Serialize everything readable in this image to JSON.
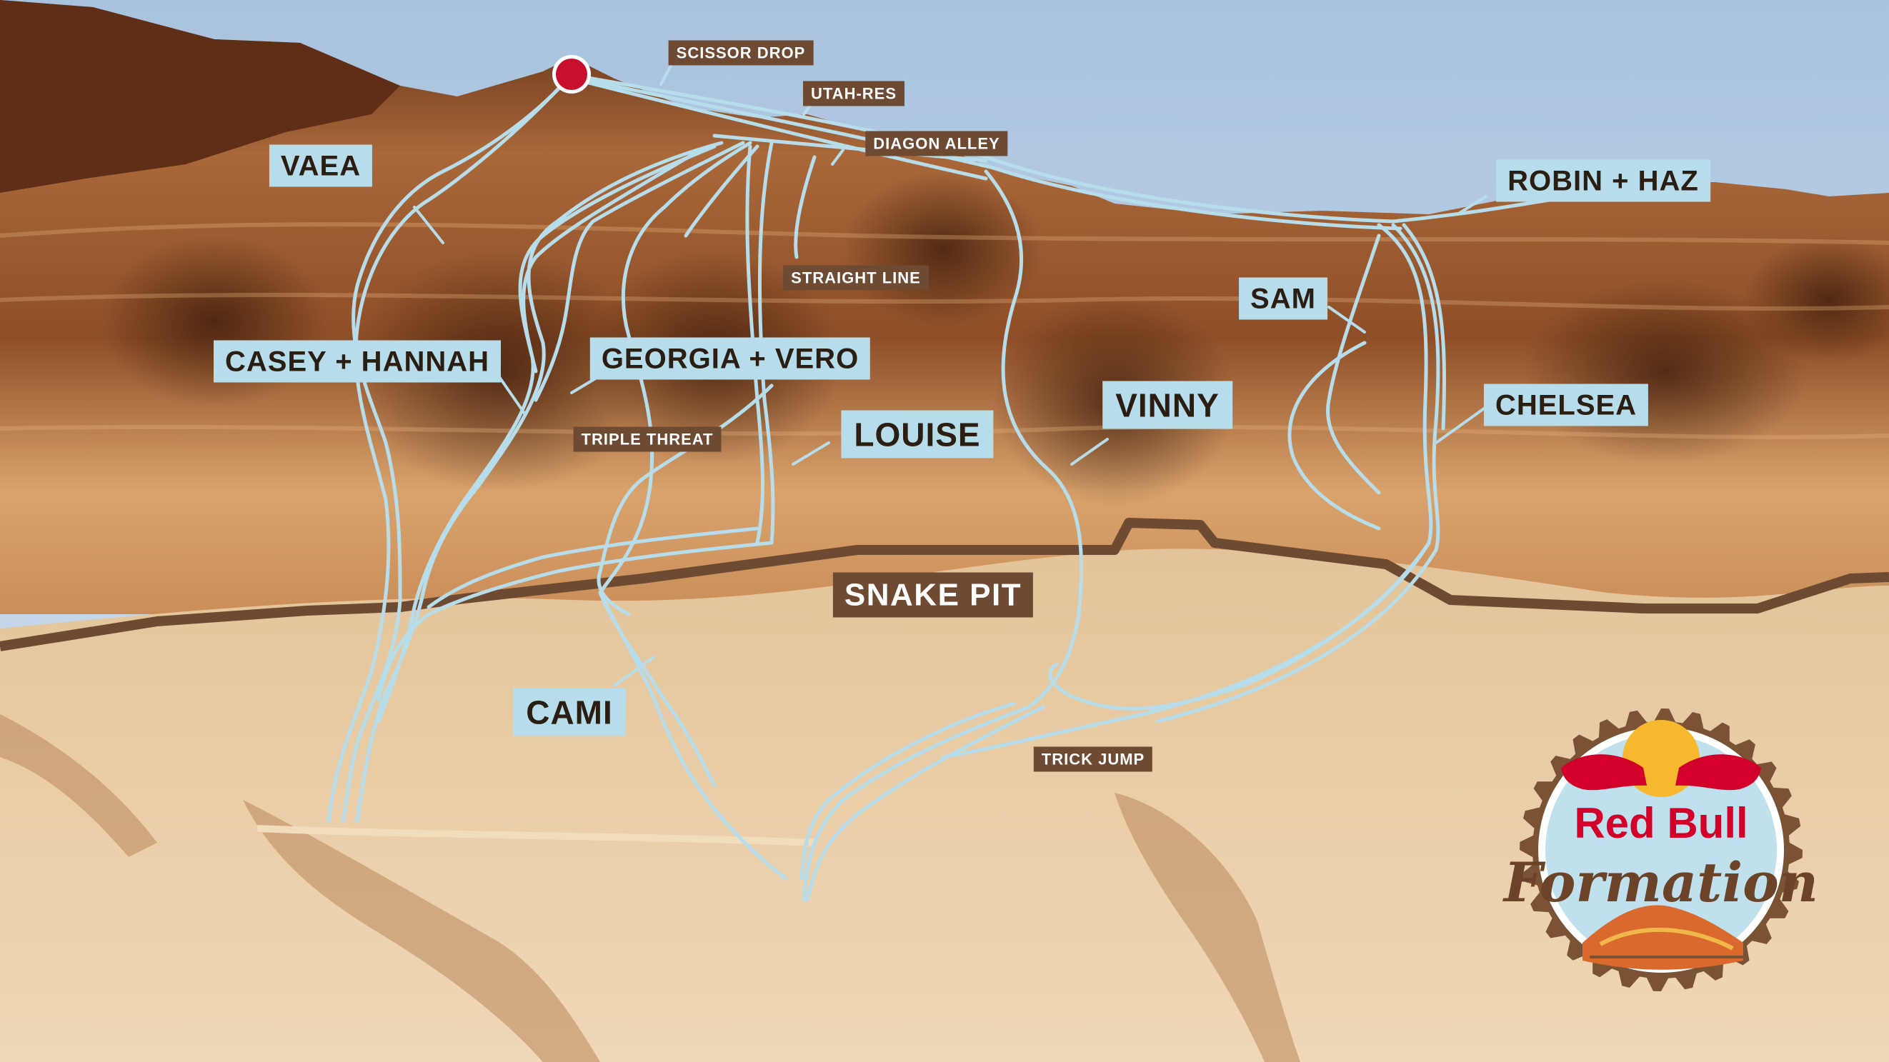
{
  "map": {
    "colors": {
      "sky_top": "#a9c3de",
      "sky_bottom": "#d8e4ee",
      "cliff_dark": "#6b3a1d",
      "cliff_mid": "#a8683a",
      "cliff_light": "#d9a36d",
      "desert": "#e3c49a",
      "desert_light": "#efd8b6",
      "line_color": "#b7dcea",
      "boundary_color": "#6e4a32",
      "start_marker": "#c8102e"
    },
    "start_marker": {
      "icon": "start-point-marker"
    },
    "rider_labels": [
      {
        "id": "vaea",
        "text": "VAEA"
      },
      {
        "id": "casey-hannah",
        "text": "CASEY + HANNAH"
      },
      {
        "id": "georgia-vero",
        "text": "GEORGIA + VERO"
      },
      {
        "id": "louise",
        "text": "LOUISE"
      },
      {
        "id": "vinny",
        "text": "VINNY"
      },
      {
        "id": "sam",
        "text": "SAM"
      },
      {
        "id": "robin-haz",
        "text": "ROBIN + HAZ"
      },
      {
        "id": "chelsea",
        "text": "CHELSEA"
      },
      {
        "id": "cami",
        "text": "CAMI"
      }
    ],
    "feature_labels": [
      {
        "id": "scissor-drop",
        "text": "SCISSOR DROP"
      },
      {
        "id": "utah-res",
        "text": "UTAH-RES"
      },
      {
        "id": "diagon-alley",
        "text": "DIAGON ALLEY"
      },
      {
        "id": "straight-line",
        "text": "STRAIGHT LINE"
      },
      {
        "id": "triple-threat",
        "text": "TRIPLE THREAT"
      },
      {
        "id": "snake-pit",
        "text": "SNAKE PIT"
      },
      {
        "id": "trick-jump",
        "text": "TRICK JUMP"
      }
    ]
  },
  "logo": {
    "brand": "Red Bull",
    "event": "Formation",
    "icon": "red-bull-formation-logo",
    "colors": {
      "red": "#d2002a",
      "sun": "#f5b82e",
      "badge": "#bfe0ec",
      "ring": "#7a5234",
      "navy": "#1c2a5e"
    }
  }
}
